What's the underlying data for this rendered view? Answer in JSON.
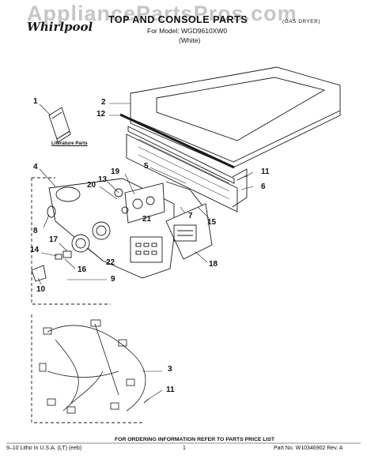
{
  "header": {
    "watermark": "AppliancePartsPros.com",
    "brand": "Whirlpool",
    "title": "TOP AND CONSOLE PARTS",
    "model_line": "For Model: WGD9610XW0",
    "color_line": "(White)",
    "product_type": "(GAS DRYER)"
  },
  "labels": {
    "literature": "Literature Parts"
  },
  "callouts": [
    "1",
    "2",
    "12",
    "4",
    "13",
    "19",
    "20",
    "21",
    "5",
    "11",
    "6",
    "7",
    "15",
    "8",
    "17",
    "14",
    "22",
    "16",
    "9",
    "10",
    "18",
    "3",
    "11"
  ],
  "footer": {
    "ordering": "FOR ORDERING INFORMATION REFER TO PARTS PRICE LIST",
    "left": "9–10 Litho In U.S.A. (LT) (eeb)",
    "page": "1",
    "right": "Part No. W10346902 Rev. A"
  },
  "colors": {
    "line": "#1a1a1a",
    "watermark": "#bdbdbd"
  }
}
